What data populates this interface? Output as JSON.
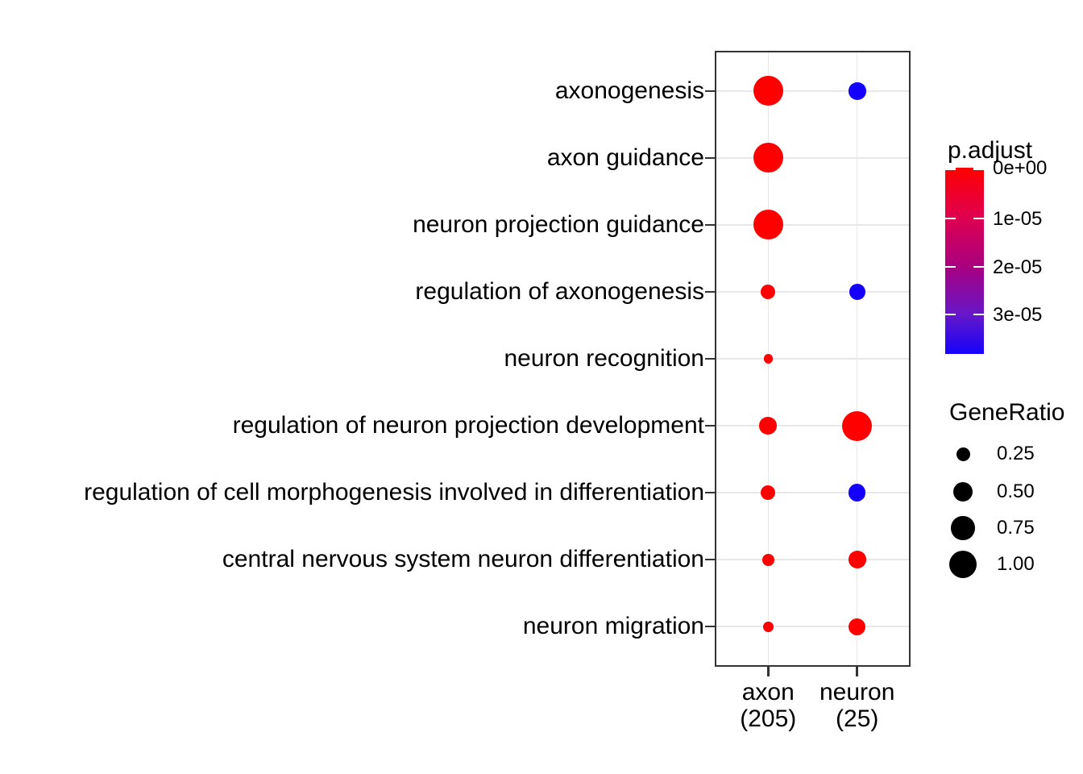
{
  "style": {
    "background": "#ffffff",
    "grid_color": "#e8e8e8",
    "panel_border_color": "#333333",
    "tick_color": "#333333",
    "text_color": "#000000",
    "red": "#ff0000",
    "blue": "#1400fa"
  },
  "chart_data": {
    "type": "scatter",
    "subtype": "enrichment-dotplot",
    "title": "",
    "xlabel": "",
    "ylabel": "",
    "grid": true,
    "x_categories": [
      {
        "label": "axon",
        "count_label": "(205)"
      },
      {
        "label": "neuron",
        "count_label": "(25)"
      }
    ],
    "y_categories": [
      "axonogenesis",
      "axon guidance",
      "neuron projection guidance",
      "regulation of axonogenesis",
      "neuron recognition",
      "regulation of neuron projection development",
      "regulation of cell morphogenesis involved in differentiation",
      "central nervous system neuron differentiation",
      "neuron migration"
    ],
    "points": [
      {
        "term": "axonogenesis",
        "cluster": "axon",
        "gene_ratio": 1.0,
        "p_adjust": 0.0,
        "color": "#ff0000"
      },
      {
        "term": "axonogenesis",
        "cluster": "neuron",
        "gene_ratio": 0.34,
        "p_adjust": 3.2e-05,
        "color": "#1400fa"
      },
      {
        "term": "axon guidance",
        "cluster": "axon",
        "gene_ratio": 1.0,
        "p_adjust": 0.0,
        "color": "#ff0000"
      },
      {
        "term": "neuron projection guidance",
        "cluster": "axon",
        "gene_ratio": 1.0,
        "p_adjust": 0.0,
        "color": "#ff0000"
      },
      {
        "term": "regulation of axonogenesis",
        "cluster": "axon",
        "gene_ratio": 0.24,
        "p_adjust": 0.0,
        "color": "#ff0000"
      },
      {
        "term": "regulation of axonogenesis",
        "cluster": "neuron",
        "gene_ratio": 0.29,
        "p_adjust": 3.2e-05,
        "color": "#1400fa"
      },
      {
        "term": "neuron recognition",
        "cluster": "axon",
        "gene_ratio": 0.09,
        "p_adjust": 0.0,
        "color": "#ff0000"
      },
      {
        "term": "regulation of neuron projection development",
        "cluster": "axon",
        "gene_ratio": 0.34,
        "p_adjust": 0.0,
        "color": "#ff0000"
      },
      {
        "term": "regulation of neuron projection development",
        "cluster": "neuron",
        "gene_ratio": 1.0,
        "p_adjust": 0.0,
        "color": "#ff0000"
      },
      {
        "term": "regulation of cell morphogenesis involved in differentiation",
        "cluster": "axon",
        "gene_ratio": 0.24,
        "p_adjust": 0.0,
        "color": "#ff0000"
      },
      {
        "term": "regulation of cell morphogenesis involved in differentiation",
        "cluster": "neuron",
        "gene_ratio": 0.33,
        "p_adjust": 3.2e-05,
        "color": "#1400fa"
      },
      {
        "term": "central nervous system neuron differentiation",
        "cluster": "axon",
        "gene_ratio": 0.16,
        "p_adjust": 0.0,
        "color": "#ff0000"
      },
      {
        "term": "central nervous system neuron differentiation",
        "cluster": "neuron",
        "gene_ratio": 0.34,
        "p_adjust": 0.0,
        "color": "#ff0000"
      },
      {
        "term": "neuron migration",
        "cluster": "axon",
        "gene_ratio": 0.12,
        "p_adjust": 0.0,
        "color": "#ff0000"
      },
      {
        "term": "neuron migration",
        "cluster": "neuron",
        "gene_ratio": 0.33,
        "p_adjust": 0.0,
        "color": "#ff0000"
      }
    ],
    "legends": {
      "p_adjust": {
        "title": "p.adjust",
        "position": "right",
        "range": [
          0.0,
          3.8e-05
        ],
        "ticks": [
          {
            "label": "0e+00",
            "frac": 0.0
          },
          {
            "label": "1e-05",
            "frac": 0.273
          },
          {
            "label": "2e-05",
            "frac": 0.532
          },
          {
            "label": "3e-05",
            "frac": 0.788
          }
        ],
        "gradient": [
          {
            "frac": 0.0,
            "color": "#ff0000"
          },
          {
            "frac": 0.27,
            "color": "#de0050"
          },
          {
            "frac": 0.53,
            "color": "#a9007f"
          },
          {
            "frac": 0.79,
            "color": "#6617c9"
          },
          {
            "frac": 1.0,
            "color": "#1503fb"
          }
        ]
      },
      "gene_ratio": {
        "title": "GeneRatio",
        "position": "right",
        "dot_color": "#000000",
        "sizes": [
          {
            "label": "0.25",
            "value": 0.25
          },
          {
            "label": "0.50",
            "value": 0.5
          },
          {
            "label": "0.75",
            "value": 0.75
          },
          {
            "label": "1.00",
            "value": 1.0
          }
        ]
      }
    }
  }
}
